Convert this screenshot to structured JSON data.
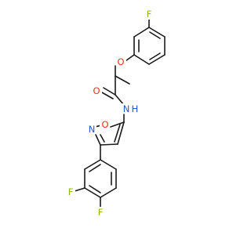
{
  "atoms": {
    "F_top": "F",
    "O_ether": "O",
    "O_carbonyl": "O",
    "N_amide": "N",
    "H_amide": "H",
    "O_ring": "O",
    "N_ring": "N",
    "F_left": "F",
    "F_bottom": "F"
  },
  "colors": {
    "fluorine": "#8db800",
    "oxygen": "#e8341c",
    "nitrogen": "#2a50e0",
    "bond": "#1a1a1a"
  }
}
